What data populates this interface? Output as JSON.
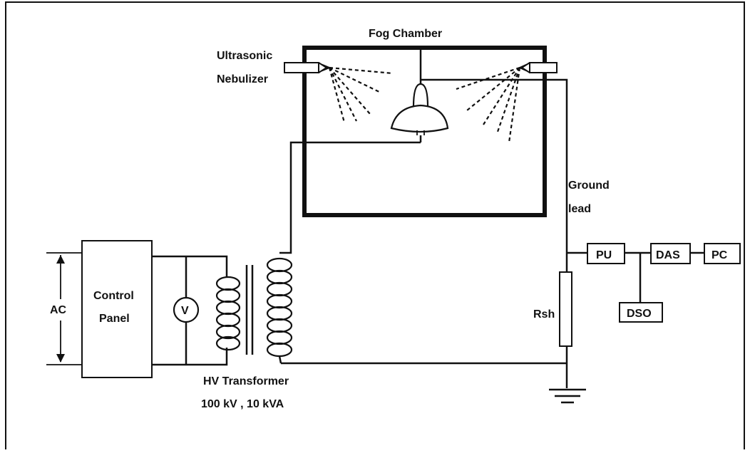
{
  "labels": {
    "fog_chamber": "Fog Chamber",
    "nebulizer_line1": "Ultrasonic",
    "nebulizer_line2": "Nebulizer",
    "ground_lead_line1": "Ground",
    "ground_lead_line2": "lead",
    "ac": "AC",
    "control_panel_line1": "Control",
    "control_panel_line2": "Panel",
    "voltmeter": "V",
    "transformer_line1": "HV Transformer",
    "transformer_line2": "100 kV , 10 kVA",
    "rsh": "Rsh",
    "pu": "PU",
    "das": "DAS",
    "pc": "PC",
    "dso": "DSO"
  }
}
